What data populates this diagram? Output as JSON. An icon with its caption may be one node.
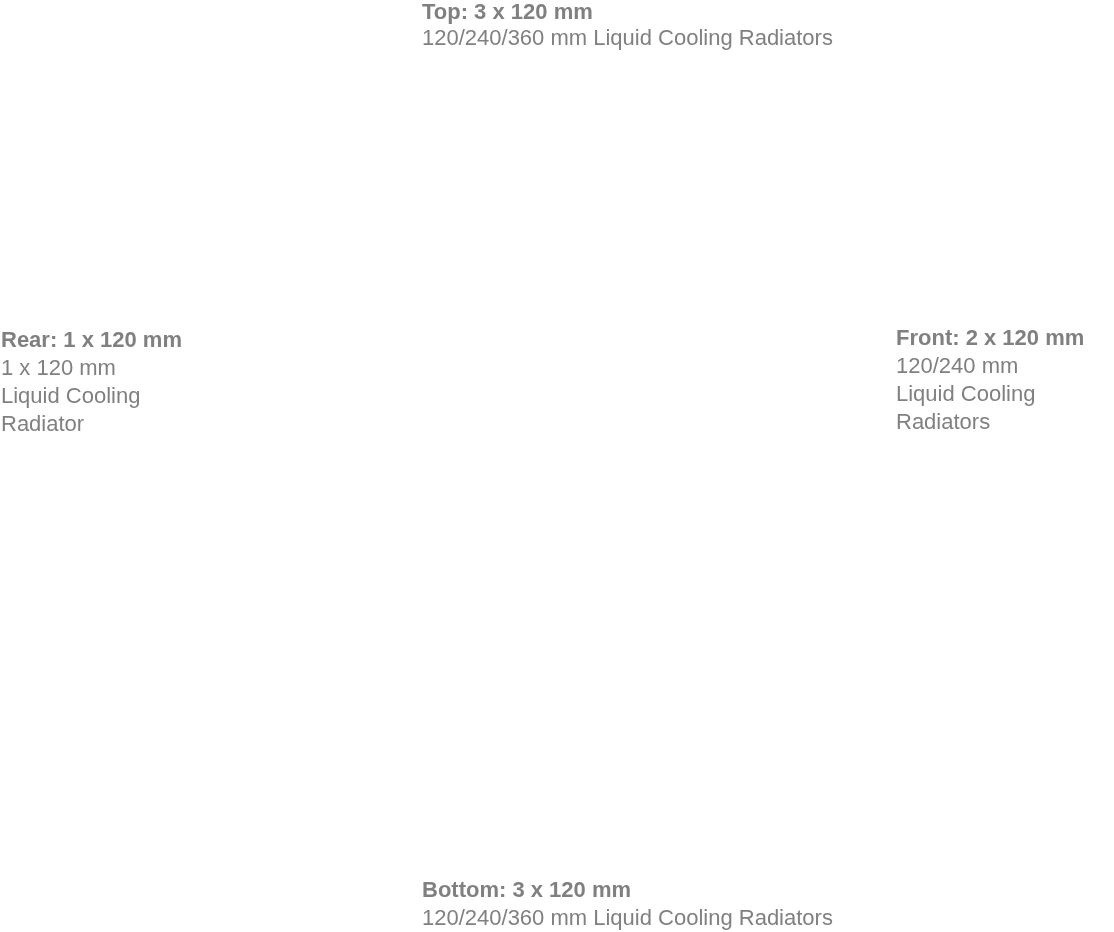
{
  "diagram": {
    "labels": [
      "Top: 3 x 120 mm",
      "120/240/360 mm Liquid Cooling Radiators",
      "Rear: 1 x 120 mm",
      "1 x 120 mm Liquid Cooling Radiator",
      "Front: 2 x 120 mm",
      "120/240 mm Liquid Cooling Radiators",
      "Bottom: 3 x 120 mm",
      "120/240/360 mm Liquid Cooling Radiators"
    ]
  }
}
